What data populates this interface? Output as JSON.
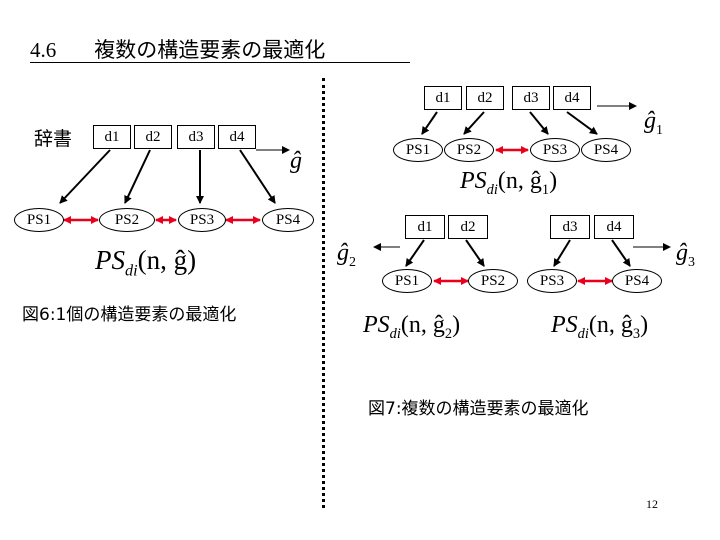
{
  "slide": {
    "section_number": "4.6",
    "section_title": "複数の構造要素の最適化",
    "page_number": "12"
  },
  "left_figure": {
    "dictionary_label": "辞書",
    "dict_boxes": [
      "d1",
      "d2",
      "d3",
      "d4"
    ],
    "ps_nodes": [
      "PS1",
      "PS2",
      "PS3",
      "PS4"
    ],
    "g_label": "ĝ",
    "formula_main": "PS",
    "formula_sub": "di",
    "formula_args": "(n, ĝ)",
    "caption": "図6:1個の構造要素の最適化"
  },
  "right_figure": {
    "top_dict_boxes": [
      "d1",
      "d2",
      "d3",
      "d4"
    ],
    "top_ps_nodes": [
      "PS1",
      "PS2",
      "PS3",
      "PS4"
    ],
    "top_g_label": "ĝ",
    "top_g_sub": "1",
    "top_formula_main": "PS",
    "top_formula_sub": "di",
    "top_formula_args": "(n, ĝ",
    "top_formula_args_sub": "1",
    "bottom_left_dict_boxes": [
      "d1",
      "d2"
    ],
    "bottom_right_dict_boxes": [
      "d3",
      "d4"
    ],
    "bottom_ps_nodes": [
      "PS1",
      "PS2",
      "PS3",
      "PS4"
    ],
    "left_g_label": "ĝ",
    "left_g_sub": "2",
    "right_g_label": "ĝ",
    "right_g_sub": "3",
    "formula2_main": "PS",
    "formula2_sub": "di",
    "formula2_args": "(n, ĝ",
    "formula2_args_sub": "2",
    "formula3_main": "PS",
    "formula3_sub": "di",
    "formula3_args": "(n, ĝ",
    "formula3_args_sub": "3",
    "caption": "図7:複数の構造要素の最適化"
  },
  "colors": {
    "red_arrow": "#e8001c",
    "black": "#000000"
  }
}
